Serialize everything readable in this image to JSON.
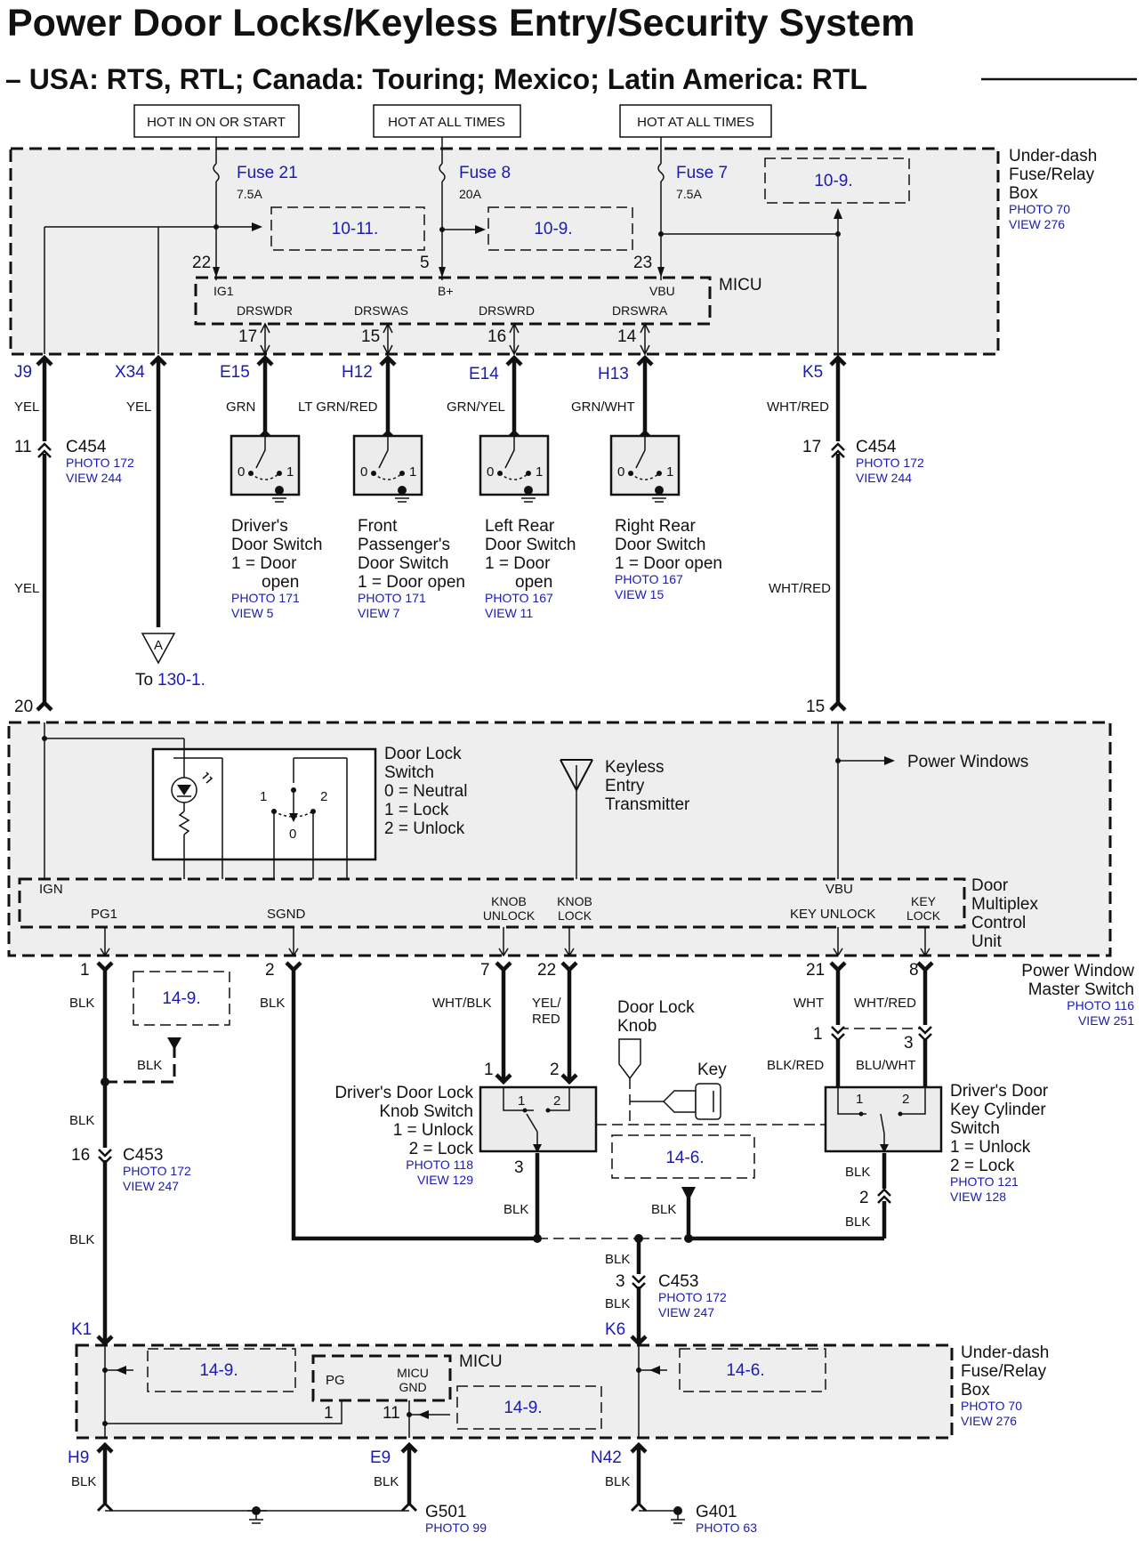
{
  "title": "Power Door Locks/Keyless Entry/Security System",
  "subtitle": "– USA: RTS, RTL; Canada: Touring; Mexico; Latin America: RTL",
  "hot_labels": [
    "HOT IN ON OR START",
    "HOT AT ALL TIMES",
    "HOT AT ALL TIMES"
  ],
  "fuse_box_top": {
    "name_lines": [
      "Under-dash",
      "Fuse/Relay",
      "Box"
    ],
    "photo": "PHOTO 70",
    "view": "VIEW 276"
  },
  "fuses": [
    {
      "name": "Fuse 21",
      "rating": "7.5A",
      "pin": "22",
      "ref": "10-11."
    },
    {
      "name": "Fuse 8",
      "rating": "20A",
      "pin": "5",
      "ref": "10-9."
    },
    {
      "name": "Fuse 7",
      "rating": "7.5A",
      "pin": "23",
      "ref": "10-9."
    }
  ],
  "micu_top": {
    "label": "MICU",
    "inputs": [
      "IG1",
      "B+",
      "VBU"
    ],
    "outputs": [
      {
        "name": "DRSWDR",
        "pin": "17"
      },
      {
        "name": "DRSWAS",
        "pin": "15"
      },
      {
        "name": "DRSWRD",
        "pin": "16"
      },
      {
        "name": "DRSWRA",
        "pin": "14"
      }
    ]
  },
  "connectors_top": [
    "J9",
    "X34",
    "E15",
    "H12",
    "E14",
    "H13",
    "K5"
  ],
  "wire_colors_top": [
    "YEL",
    "YEL",
    "GRN",
    "LT GRN/RED",
    "GRN/YEL",
    "GRN/WHT",
    "WHT/RED"
  ],
  "c454_left": {
    "pin": "11",
    "name": "C454",
    "photo": "PHOTO 172",
    "view": "VIEW 244"
  },
  "c454_right": {
    "pin": "17",
    "name": "C454",
    "photo": "PHOTO 172",
    "view": "VIEW 244"
  },
  "door_switches": [
    {
      "lines": [
        "Driver's",
        "Door Switch",
        "1 = Door",
        "open"
      ],
      "photo": "PHOTO 171",
      "view": "VIEW 5"
    },
    {
      "lines": [
        "Front",
        "Passenger's",
        "Door Switch",
        "1 = Door open"
      ],
      "photo": "PHOTO 171",
      "view": "VIEW 7"
    },
    {
      "lines": [
        "Left Rear",
        "Door Switch",
        "1 = Door",
        "open"
      ],
      "photo": "PHOTO 167",
      "view": "VIEW 11"
    },
    {
      "lines": [
        "Right Rear",
        "Door Switch",
        "1 = Door open"
      ],
      "photo": "PHOTO 167",
      "view": "VIEW 15"
    }
  ],
  "switch_marks": [
    "0",
    "1"
  ],
  "mid_wire_left": "YEL",
  "mid_wire_right": "WHT/RED",
  "triangle_ref": {
    "letter": "A",
    "to": "To",
    "ref": "130-1."
  },
  "pins_mid": [
    "20",
    "15"
  ],
  "power_windows": "Power Windows",
  "door_lock_switch": {
    "lines": [
      "Door Lock",
      "Switch",
      "0 = Neutral",
      "1 = Lock",
      "2 = Unlock"
    ],
    "marks": [
      "1",
      "2",
      "0"
    ]
  },
  "keyless": [
    "Keyless",
    "Entry",
    "Transmitter"
  ],
  "dmcu": {
    "name_lines": [
      "Door",
      "Multiplex",
      "Control",
      "Unit"
    ],
    "terminals_top": [
      "IGN",
      "VBU"
    ],
    "pg1": "PG1",
    "sgnd": "SGND",
    "knob_unlock": [
      "KNOB",
      "UNLOCK"
    ],
    "knob_lock": [
      "KNOB",
      "LOCK"
    ],
    "key_unlock": "KEY UNLOCK",
    "key_lock": [
      "KEY",
      "LOCK"
    ]
  },
  "dmcu_pins": [
    "1",
    "2",
    "7",
    "22",
    "21",
    "8"
  ],
  "pwms": {
    "lines": [
      "Power Window",
      "Master Switch"
    ],
    "photo": "PHOTO 116",
    "view": "VIEW 251"
  },
  "ref_14_9": "14-9.",
  "ref_14_6": "14-6.",
  "wires_low": {
    "blk": "BLK",
    "wht_blk": "WHT/BLK",
    "yel_red": [
      "YEL/",
      "RED"
    ],
    "wht": "WHT",
    "wht_red": "WHT/RED",
    "blk_red": "BLK/RED",
    "blu_wht": "BLU/WHT"
  },
  "door_lock_knob": [
    "Door Lock",
    "Knob"
  ],
  "key_label": "Key",
  "knob_switch": {
    "lines": [
      "Driver's Door Lock",
      "Knob Switch",
      "1 = Unlock",
      "2 = Lock"
    ],
    "photo": "PHOTO 118",
    "view": "VIEW 129",
    "pins": [
      "1",
      "2",
      "3"
    ],
    "marks": [
      "1",
      "2"
    ]
  },
  "key_cyl": {
    "lines": [
      "Driver's Door",
      "Key Cylinder",
      "Switch",
      "1 = Unlock",
      "2 = Lock"
    ],
    "photo": "PHOTO 121",
    "view": "VIEW 128",
    "pins": [
      "1",
      "3",
      "2"
    ],
    "marks": [
      "1",
      "2"
    ]
  },
  "c453_left": {
    "pin": "16",
    "name": "C453",
    "photo": "PHOTO 172",
    "view": "VIEW 247"
  },
  "c453_mid": {
    "pin": "3",
    "name": "C453",
    "photo": "PHOTO 172",
    "view": "VIEW 247"
  },
  "connectors_bottom_top": [
    "K1",
    "K6"
  ],
  "micu_bottom": {
    "label": "MICU",
    "pg": "PG",
    "gnd": [
      "MICU",
      "GND"
    ],
    "pins": [
      "1",
      "11"
    ]
  },
  "fuse_box_bottom": {
    "name_lines": [
      "Under-dash",
      "Fuse/Relay",
      "Box"
    ],
    "photo": "PHOTO 70",
    "view": "VIEW 276"
  },
  "connectors_bottom": [
    "H9",
    "E9",
    "N42"
  ],
  "grounds": [
    {
      "name": "G501",
      "photo": "PHOTO 99"
    },
    {
      "name": "G401",
      "photo": "PHOTO 63"
    }
  ]
}
